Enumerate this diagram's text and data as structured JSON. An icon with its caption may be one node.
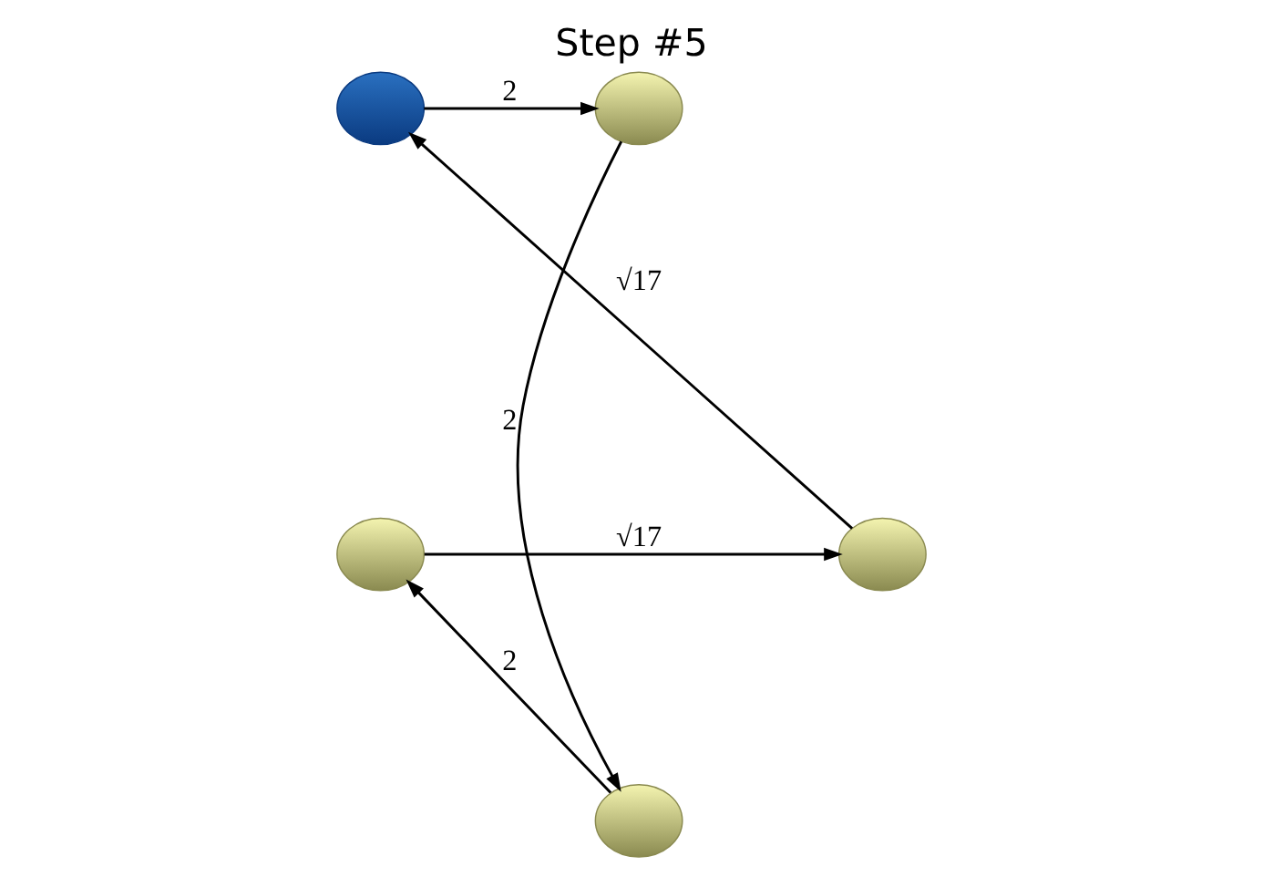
{
  "diagram": {
    "title": "Step #5",
    "nodes": [
      {
        "text": [],
        "shape": "circle"
      },
      {
        "text": [],
        "shape": "circle"
      },
      {
        "text": [],
        "shape": "circle"
      },
      {
        "text": [],
        "shape": "circle"
      },
      {
        "text": [],
        "shape": "circle"
      }
    ],
    "edges": [
      {
        "from": 0,
        "to": 1,
        "arrow": "to",
        "label": "2"
      },
      {
        "from": 1,
        "to": 4,
        "arrow": "to",
        "label": "2"
      },
      {
        "from": 4,
        "to": 3,
        "arrow": "to",
        "label": "2"
      },
      {
        "from": 3,
        "to": 2,
        "arrow": "to",
        "label": "√17"
      },
      {
        "from": 2,
        "to": 0,
        "arrow": "to",
        "label": "√17"
      }
    ]
  }
}
